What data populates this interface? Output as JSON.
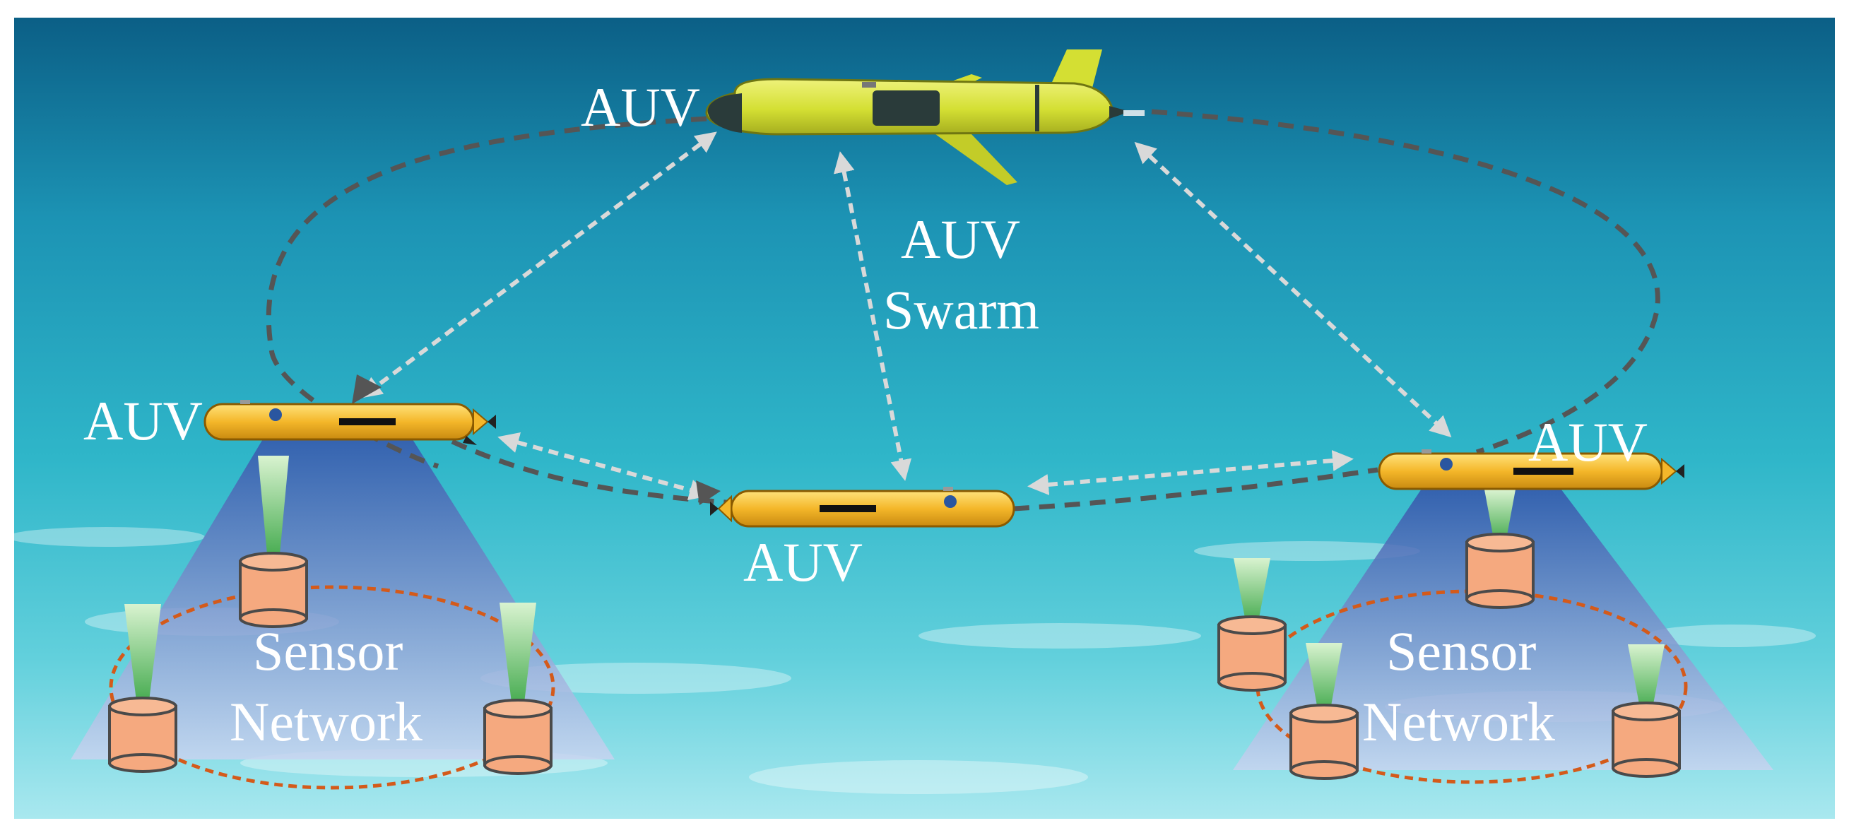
{
  "labels": {
    "auv_top": "AUV",
    "auv_left": "AUV",
    "auv_center": "AUV",
    "auv_right": "AUV",
    "swarm_line1": "AUV",
    "swarm_line2": "Swarm",
    "sensor_left_line1": "Sensor",
    "sensor_left_line2": "Network",
    "sensor_right_line1": "Sensor",
    "sensor_right_line2": "Network"
  },
  "colors": {
    "water_light": "#a9e8ef",
    "water_mid": "#2fb6c9",
    "water_dark": "#0b5f86",
    "glider_body": "#d4df33",
    "auv_body": "#f4b72a",
    "orbit_dashes": "#555555",
    "comm_arrows": "#d9d9d9",
    "sensor_link": "#d45a1a",
    "sensor_node": "#f5a97f",
    "beam": "#6f86c9"
  }
}
